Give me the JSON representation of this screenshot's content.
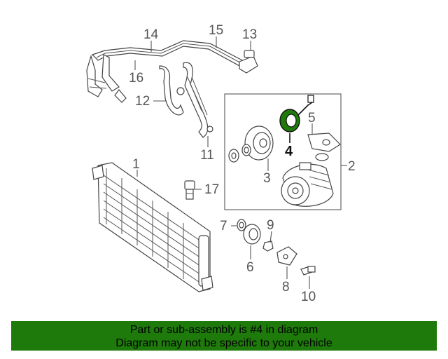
{
  "callouts": {
    "c1": "1",
    "c2": "2",
    "c3": "3",
    "c4": "4",
    "c5": "5",
    "c6": "6",
    "c7": "7",
    "c8": "8",
    "c9": "9",
    "c10": "10",
    "c11": "11",
    "c12": "12",
    "c13": "13",
    "c14": "14",
    "c15": "15",
    "c16": "16",
    "c17": "17"
  },
  "highlighted_part": "4",
  "colors": {
    "highlight": "#1f7a0c",
    "banner": "#1f7a0c",
    "line": "#444444"
  },
  "banner": {
    "line1": "Part or sub-assembly is #4 in diagram",
    "line2": "Diagram may not be specific to your vehicle"
  }
}
